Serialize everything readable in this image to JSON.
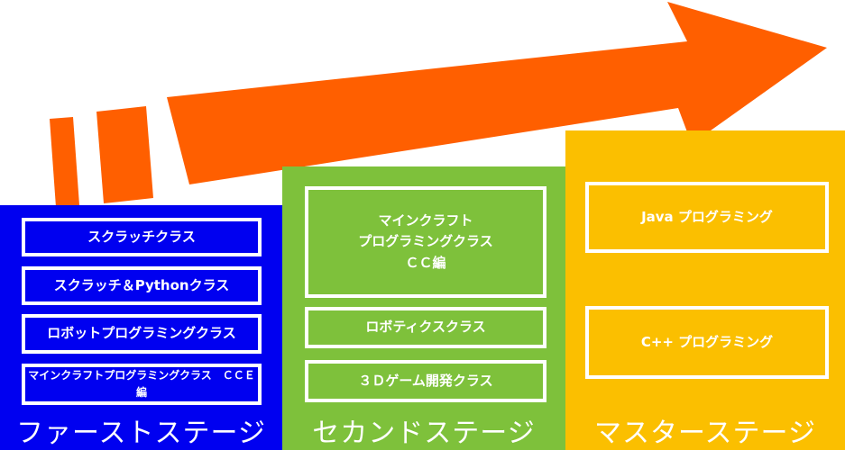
{
  "colors": {
    "arrow": "#ff5f00",
    "first_stage": "#0000f0",
    "second_stage": "#7ec13b",
    "master_stage": "#fbbf00",
    "box_border": "#ffffff"
  },
  "stages": [
    {
      "label": "ファーストステージ",
      "classes": [
        "スクラッチクラス",
        "スクラッチ＆Pythonクラス",
        "ロボットプログラミングクラス",
        "マインクラフトプログラミングクラス　ＣＣＥ編"
      ]
    },
    {
      "label": "セカンドステージ",
      "classes": [
        "マインクラフト\nプログラミングクラス\nＣＣ編",
        "ロボティクスクラス",
        "３Ｄゲーム開発クラス"
      ]
    },
    {
      "label": "マスターステージ",
      "classes": [
        "Java プログラミング",
        "C++ プログラミング"
      ]
    }
  ]
}
